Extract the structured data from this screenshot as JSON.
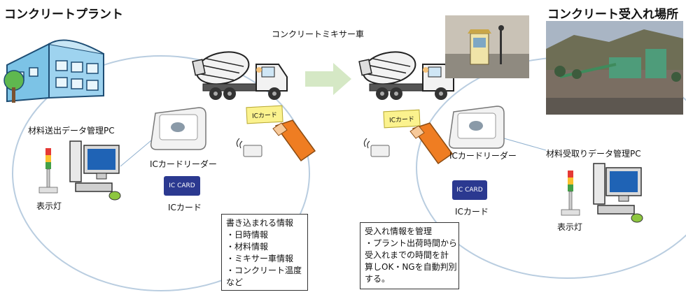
{
  "plant": {
    "title": "コンクリートプラント",
    "pc_label": "材料送出データ管理PC",
    "lamp_label": "表示灯",
    "reader_label": "ICカードリーダー",
    "card_label": "ICカード",
    "card_face": "IC CARD"
  },
  "site": {
    "title": "コンクリート受入れ場所",
    "pc_label": "材料受取りデータ管理PC",
    "lamp_label": "表示灯",
    "reader_label": "ICカードリーダー",
    "card_label": "ICカード",
    "card_face": "IC CARD"
  },
  "truck": {
    "label": "コンクリートミキサー車",
    "card_tag_left": "ICカード",
    "card_tag_right": "ICカード"
  },
  "write_info": {
    "lines": [
      "書き込まれる情報",
      "・日時情報",
      "・材料情報",
      "・ミキサー車情報",
      "・コンクリート温度",
      "など"
    ]
  },
  "receive_info": {
    "lines": [
      "受入れ情報を管理",
      "・プラント出荷時間から",
      "受入れまでの時間を計",
      "算しOK・NGを自動判別",
      "する。"
    ]
  },
  "colors": {
    "circle": "#b9cde0",
    "arrow": "#d5e8c5",
    "building": "#7cc3e6",
    "card_blue": "#2b3990",
    "card_tag": "#fbf28e",
    "hand": "#ef7d22"
  }
}
